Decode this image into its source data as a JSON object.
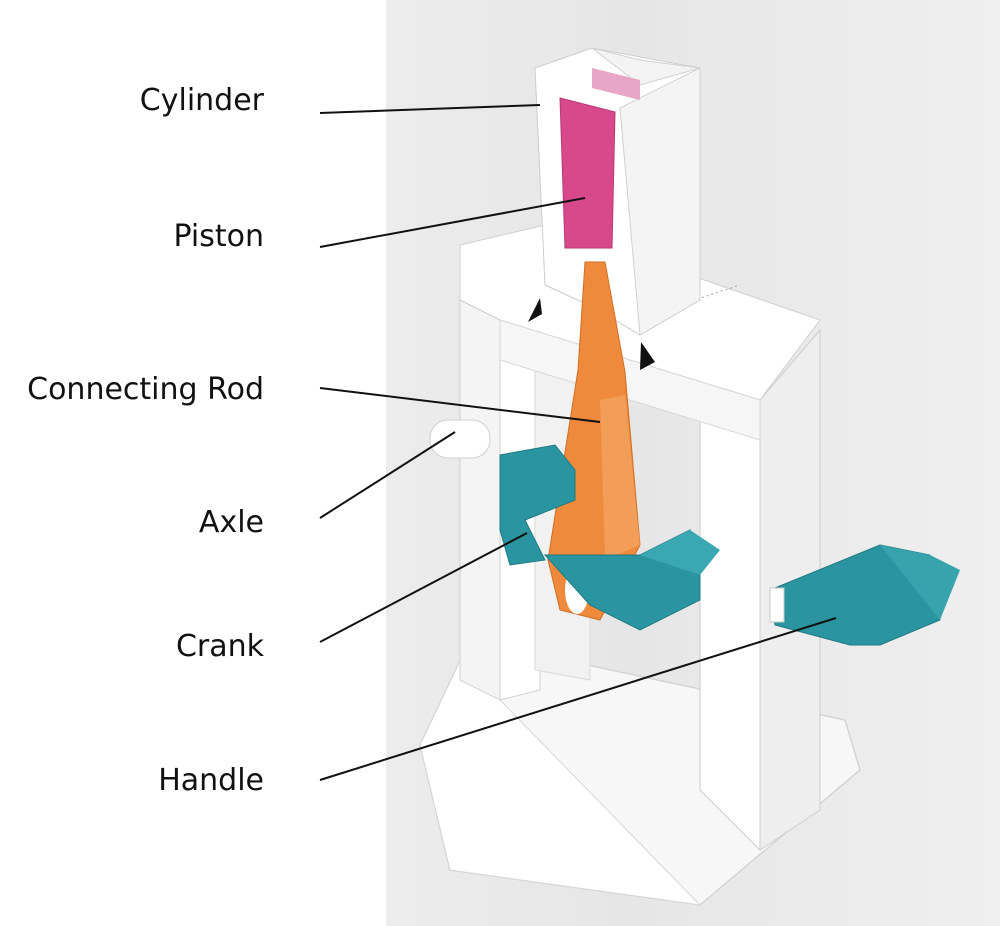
{
  "labels": {
    "cylinder": "Cylinder",
    "piston": "Piston",
    "connecting_rod": "Connecting Rod",
    "axle": "Axle",
    "crank": "Crank",
    "handle": "Handle"
  },
  "colors": {
    "piston": "#d8498c",
    "connecting_rod": "#ef8a3c",
    "crank": "#2a95a0",
    "paper": "#ffffff",
    "background": "#e8e8e8"
  }
}
